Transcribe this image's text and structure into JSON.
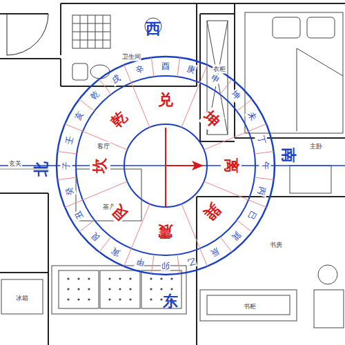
{
  "diagram": {
    "labels": [
      "卫生间",
      "衣柜",
      "主卧",
      "客厅",
      "茶几",
      "书房",
      "玄关",
      "冰箱",
      "书柜",
      "西",
      "北",
      "南",
      "东",
      "坎",
      "艮",
      "震",
      "巽",
      "离",
      "坤",
      "兑",
      "乾",
      "子",
      "癸",
      "丑",
      "艮",
      "寅",
      "甲",
      "卯",
      "乙",
      "辰",
      "巽",
      "巳",
      "丙",
      "午",
      "丁",
      "未",
      "坤",
      "申",
      "庚",
      "酉",
      "辛",
      "戌",
      "乾",
      "亥",
      "壬"
    ]
  }
}
